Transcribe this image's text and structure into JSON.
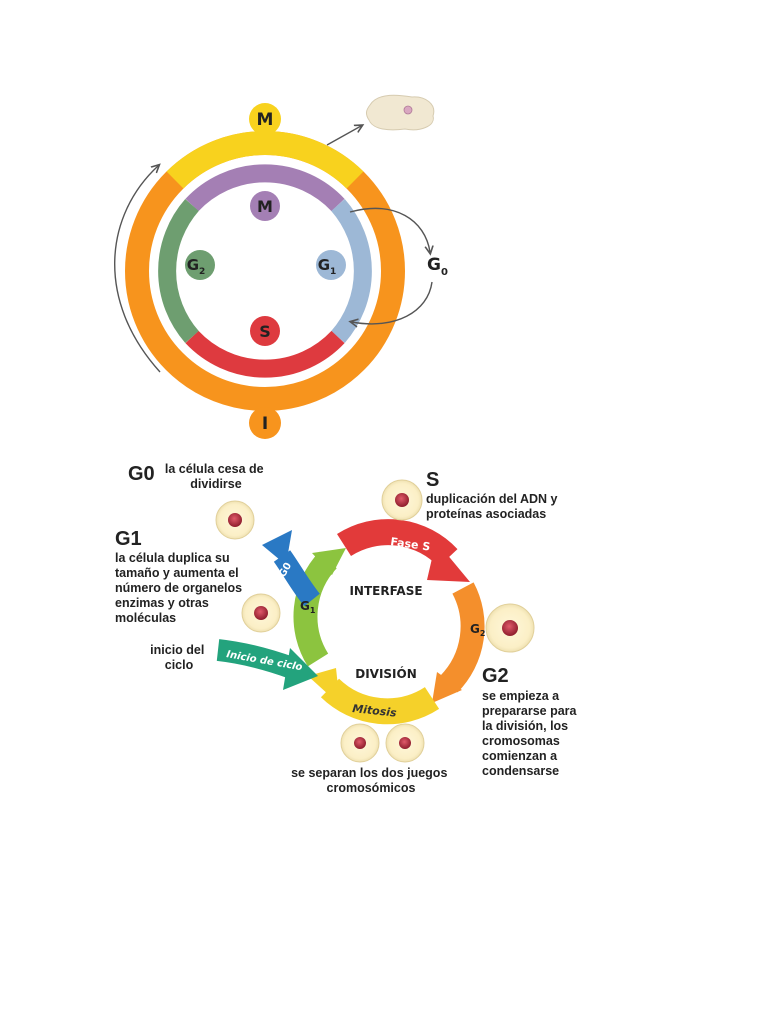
{
  "colors": {
    "yellow": "#F8D21E",
    "orange": "#F7941D",
    "purple": "#A47FB4",
    "lightblue": "#9DB8D6",
    "red": "#DE3A3F",
    "green": "#6E9E70",
    "text": "#222222"
  },
  "top_diagram": {
    "outer_label_m": "M",
    "outer_label_i": "I",
    "inner_label_m": "M",
    "inner_label_g1_main": "G",
    "inner_label_g1_sub": "1",
    "inner_label_g2_main": "G",
    "inner_label_g2_sub": "2",
    "inner_label_s": "S",
    "g0_main": "G",
    "g0_sub": "0"
  },
  "bottom_diagram": {
    "g0": {
      "title": "G0",
      "desc": [
        "la célula cesa de",
        "dividirse"
      ]
    },
    "g1": {
      "title": "G1",
      "desc": [
        "la célula duplica su",
        "tamaño y aumenta el",
        "número de organelos",
        "enzimas y otras",
        "moléculas"
      ]
    },
    "inicio": {
      "desc": [
        "inicio del",
        "ciclo"
      ],
      "arrow_label": "Inicio de ciclo"
    },
    "s": {
      "title": "S",
      "desc": [
        "duplicación del ADN y",
        "proteínas asociadas"
      ]
    },
    "g2": {
      "title": "G2",
      "desc": [
        "se empieza a",
        "prepararse para",
        "la división, los",
        "cromosomas",
        "comienzan a",
        "condensarse"
      ]
    },
    "mitosis_desc": [
      "se separan los dos juegos",
      "cromosómicos"
    ],
    "ring": {
      "fase_s": "Fase S",
      "g2_main": "G",
      "g2_sub": "2",
      "g1_main": "G",
      "g1_sub": "1",
      "g0_arrow": "G0",
      "mitosis": "Mitosis",
      "interfase": "INTERFASE",
      "division": "DIVISIÓN"
    }
  }
}
